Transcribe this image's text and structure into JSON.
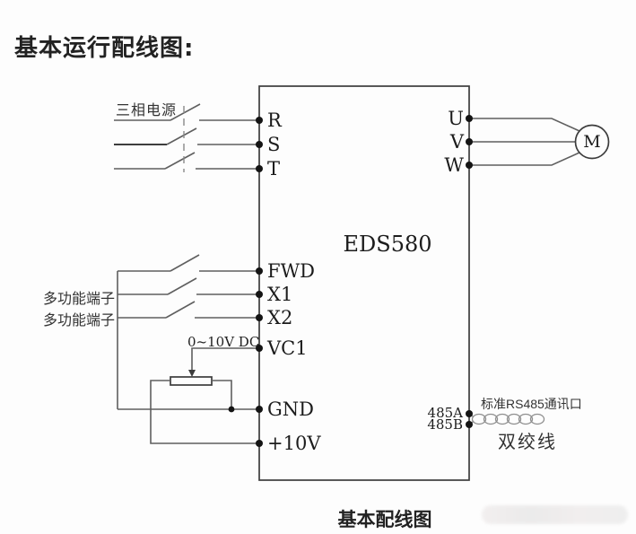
{
  "page": {
    "title": "基本运行配线图:",
    "caption": "基本配线图"
  },
  "device": {
    "model": "EDS580"
  },
  "colors": {
    "background": "#fdfdfd",
    "ink": "#3c3c3c",
    "wire": "#5f5f5f",
    "terminal_dot": "#141414"
  },
  "labels": {
    "three_phase_supply": "三相电源",
    "multi_function_terminal_1": "多功能端子",
    "multi_function_terminal_2": "多功能端子",
    "analog_input_range": "0~10V DC",
    "rs485_port": "标准RS485通讯口",
    "twisted_pair": "双绞线",
    "motor": "M"
  },
  "terminals": {
    "left": [
      {
        "label": "R"
      },
      {
        "label": "S"
      },
      {
        "label": "T"
      },
      {
        "label": "FWD"
      },
      {
        "label": "X1"
      },
      {
        "label": "X2"
      },
      {
        "label": "VC1"
      },
      {
        "label": "GND"
      },
      {
        "label": "+10V"
      }
    ],
    "right": [
      {
        "label": "U"
      },
      {
        "label": "V"
      },
      {
        "label": "W"
      },
      {
        "label": "485A"
      },
      {
        "label": "485B"
      }
    ]
  }
}
